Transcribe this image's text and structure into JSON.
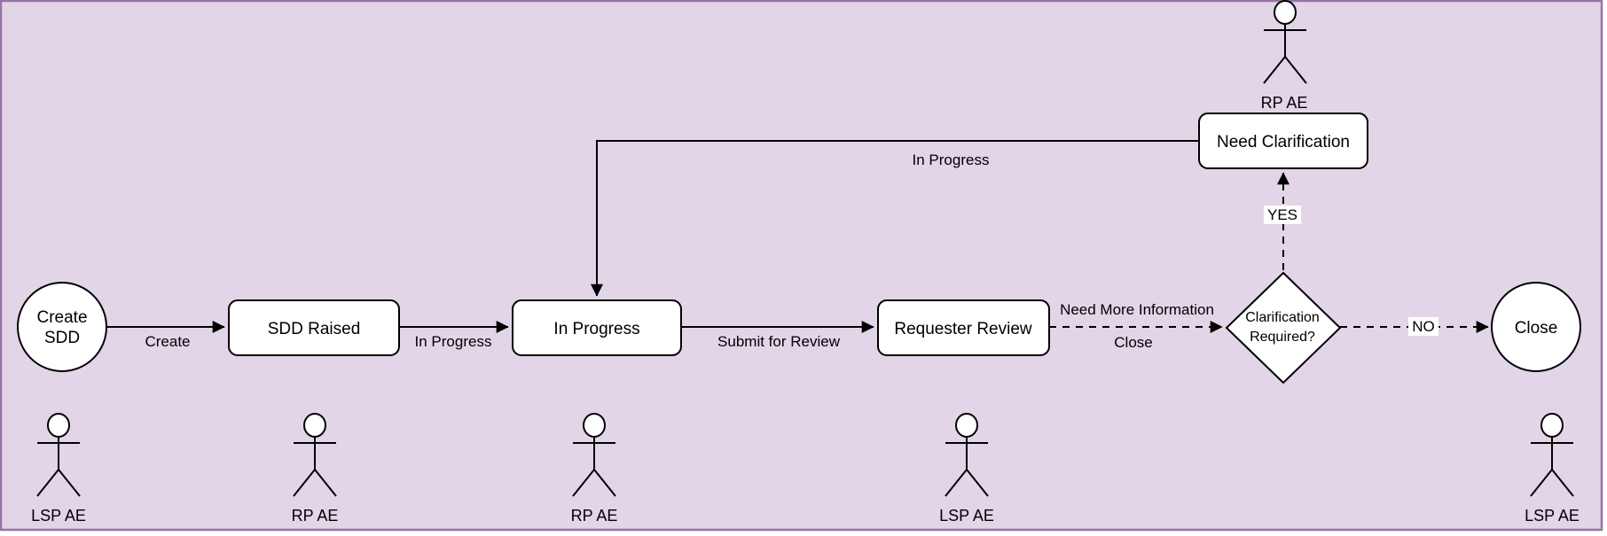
{
  "canvas": {
    "background": "#e1d5e7",
    "border_color": "#9673a6",
    "node_fill": "#ffffff",
    "node_stroke": "#000000",
    "line_color": "#000000"
  },
  "nodes": {
    "create_sdd": {
      "type": "start-circle",
      "line1": "Create",
      "line2": "SDD"
    },
    "sdd_raised": {
      "type": "process",
      "label": "SDD Raised"
    },
    "in_progress": {
      "type": "process",
      "label": "In Progress"
    },
    "requester_review": {
      "type": "process",
      "label": "Requester Review"
    },
    "clarification_required": {
      "type": "decision-diamond",
      "line1": "Clarification",
      "line2": "Required?"
    },
    "need_clarification": {
      "type": "process",
      "label": "Need Clarification"
    },
    "close": {
      "type": "end-circle",
      "label": "Close"
    }
  },
  "edges": {
    "create": {
      "from": "Create SDD",
      "to": "SDD Raised",
      "label": "Create",
      "style": "solid"
    },
    "in_progress": {
      "from": "SDD Raised",
      "to": "In Progress",
      "label": "In Progress",
      "style": "solid"
    },
    "submit_for_review": {
      "from": "In Progress",
      "to": "Requester Review",
      "label": "Submit for Review",
      "style": "solid"
    },
    "review_to_decision": {
      "from": "Requester Review",
      "to": "Clarification Required?",
      "label_above": "Need More Information",
      "label_below": "Close",
      "style": "dashed"
    },
    "yes": {
      "from": "Clarification Required?",
      "to": "Need Clarification",
      "label": "YES",
      "style": "dashed"
    },
    "no": {
      "from": "Clarification Required?",
      "to": "Close",
      "label": "NO",
      "style": "dashed"
    },
    "clarification_to_in_progress": {
      "from": "Need Clarification",
      "to": "In Progress",
      "label": "In Progress",
      "style": "solid"
    }
  },
  "actors": {
    "top": {
      "label": "RP AE",
      "color": "#fa3f3f"
    },
    "bottom": [
      {
        "label": "LSP AE",
        "color": "#4646e8"
      },
      {
        "label": "RP AE",
        "color": "#fb5050"
      },
      {
        "label": "RP AE",
        "color": "#fb5050"
      },
      {
        "label": "LSP AE",
        "color": "#7d7df2"
      },
      {
        "label": "LSP AE",
        "color": "#7d7df2"
      }
    ]
  }
}
